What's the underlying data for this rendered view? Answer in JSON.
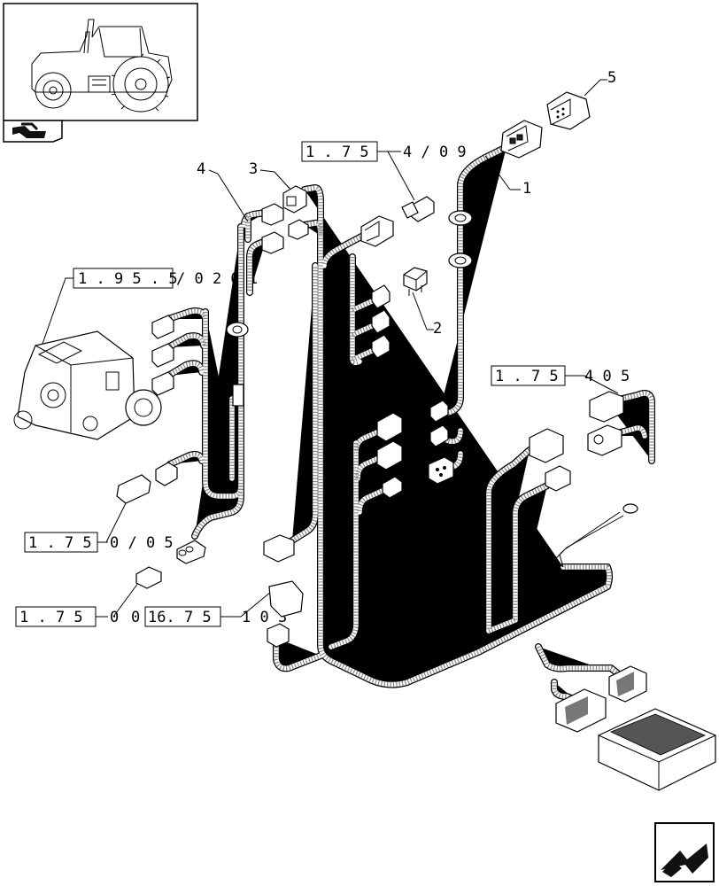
{
  "ref_labels": [
    {
      "id": "r1",
      "text": "1 . 7 5",
      "suffix": "4 / 0 9"
    },
    {
      "id": "r2",
      "text": "1 . 9 5 . 5",
      "suffix": "/ 0 2   0 1"
    },
    {
      "id": "r3",
      "text": "1 . 7 5",
      "suffix": "4   0 5"
    },
    {
      "id": "r4",
      "text": "1 . 7 5",
      "suffix": "0 / 0 5"
    },
    {
      "id": "r5",
      "text": "1 . 7 5",
      "suffix": "0"
    },
    {
      "id": "r6",
      "text": "16. 7 5",
      "suffix": "1   0 3",
      "prefix": "0"
    }
  ],
  "part_numbers": [
    "1",
    "2",
    "3",
    "4",
    "5"
  ],
  "icons": {
    "thumbnail": "tractor-thumbnail",
    "section_badge": "book-arrow-icon",
    "nav": "next-page-arrow-icon"
  }
}
